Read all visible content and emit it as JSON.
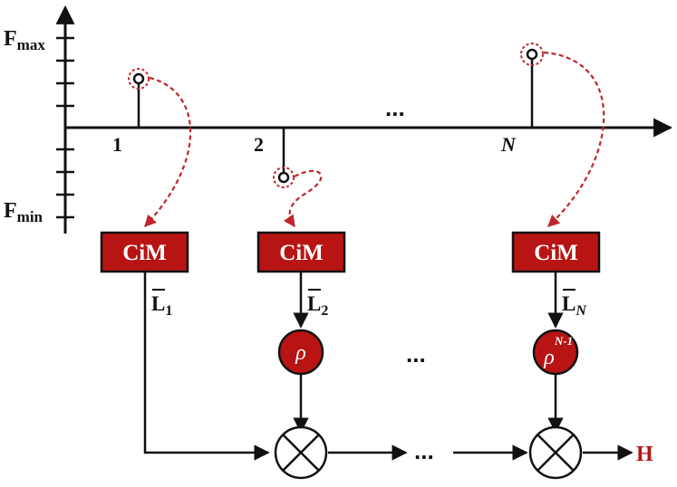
{
  "colors": {
    "accent": "#b81414",
    "line": "#111111",
    "dashed": "#c0262d",
    "box_fill": "#b81414"
  },
  "axis": {
    "y_max_label": "F",
    "y_max_sub": "max",
    "y_min_label": "F",
    "y_min_sub": "min",
    "x_ticks": [
      "1",
      "2",
      "N"
    ],
    "ellipsis": "..."
  },
  "blocks": [
    {
      "label": "CiM",
      "signal": "L",
      "signal_sub": "1"
    },
    {
      "label": "CiM",
      "signal": "L",
      "signal_sub": "2"
    },
    {
      "label": "CiM",
      "signal": "L",
      "signal_sub": "N"
    }
  ],
  "weights": [
    {
      "base": "ρ",
      "exp": ""
    },
    {
      "base": "ρ",
      "exp": "N-1"
    }
  ],
  "ellipsis_mid": "...",
  "ellipsis_bottom": "...",
  "output": "H",
  "icons": {
    "multiplier": "circled-times-icon",
    "sample_marker": "ring-marker-icon"
  }
}
